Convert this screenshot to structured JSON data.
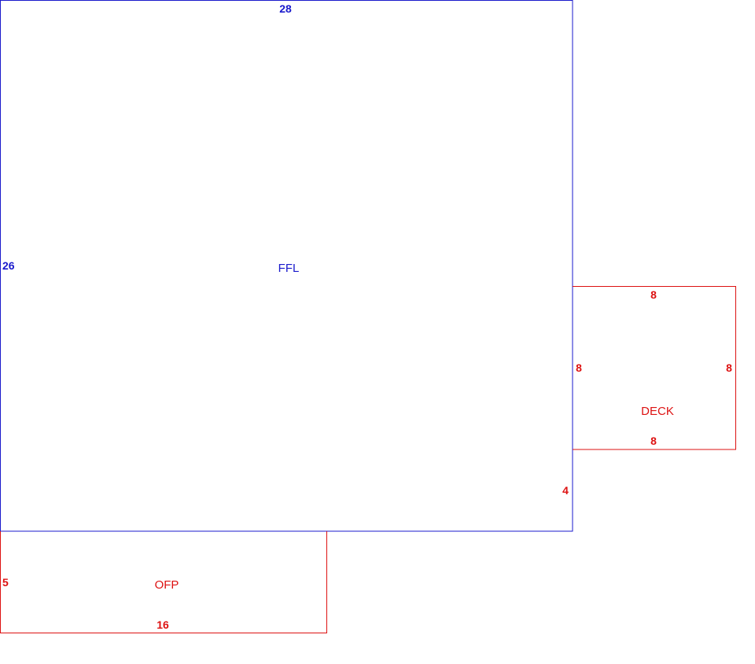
{
  "colors": {
    "main": "#1a1acc",
    "addition": "#dd1111",
    "background": "#ffffff"
  },
  "areas": {
    "ffl": {
      "label": "FFL",
      "dims": {
        "top": "28",
        "left": "26"
      }
    },
    "deck": {
      "label": "DECK",
      "dims": {
        "top": "8",
        "left": "8",
        "right": "8",
        "bottom": "8"
      }
    },
    "ofp": {
      "label": "OFP",
      "dims": {
        "left": "5",
        "bottom": "16"
      }
    },
    "offset": {
      "label": "4"
    }
  }
}
